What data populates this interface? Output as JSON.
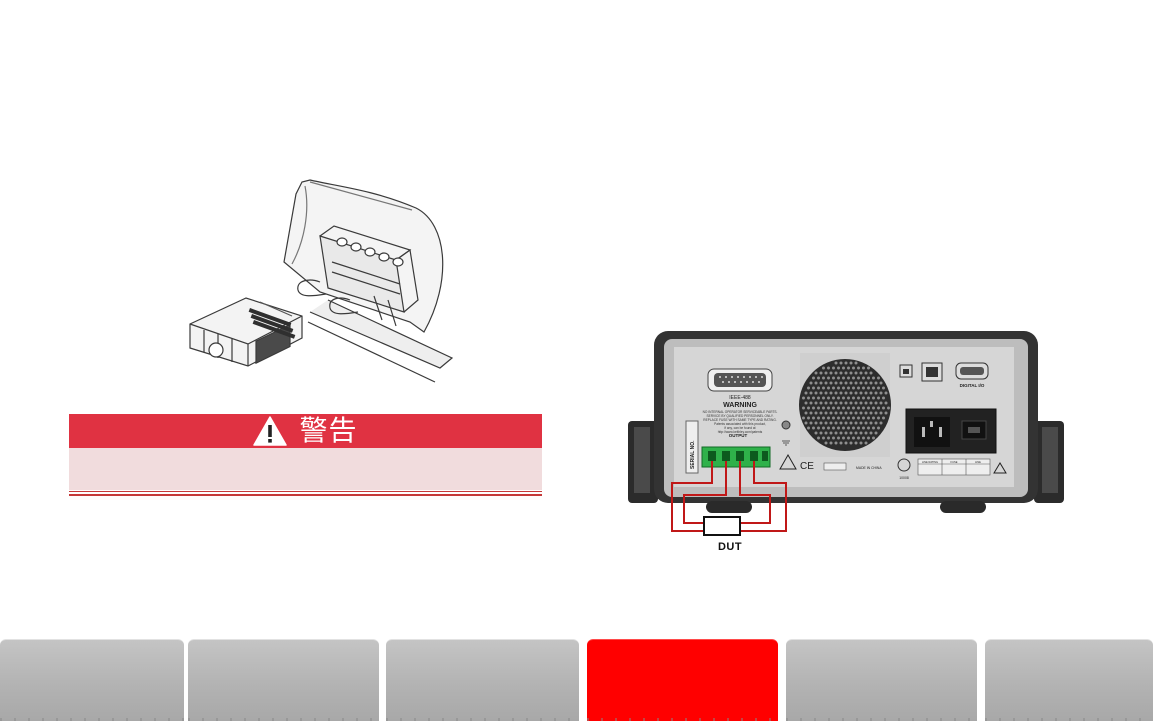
{
  "warning": {
    "title": "警告",
    "body": "",
    "colors": {
      "header": "#e03242",
      "body": "#f1dcdd",
      "rule": "#c53a3a"
    }
  },
  "rear_panel": {
    "ieee_label": "IEEE-488",
    "warning_label": "WARNING",
    "warning_text": [
      "NO INTERNAL OPERATOR SERVICEABLE PARTS.",
      "SERVICE BY QUALIFIED PERSONNEL ONLY.",
      "REPLACE FUSE WITH SAME TYPE AND RATING.",
      "Patents associated with this product,",
      "if any, can be found at",
      "http://www.keithley.com/patents"
    ],
    "serial_label": "SERIAL NO.",
    "output_label": "OUTPUT",
    "digital_io_label": "DIGITAL I/O",
    "made_in_label": "MADE IN CHINA",
    "ce_label": "CE",
    "line_rating_label": "LINE RATING",
    "fuse_label": "FUSE",
    "line_label": "LINE",
    "cert_label": "10008"
  },
  "dut_label": "DUT",
  "nav": {
    "tabs": [
      {
        "label": "",
        "active": false
      },
      {
        "label": "",
        "active": false
      },
      {
        "label": "",
        "active": false
      },
      {
        "label": "",
        "active": true
      },
      {
        "label": "",
        "active": false
      },
      {
        "label": "",
        "active": false
      }
    ],
    "colors": {
      "inactive": "#b5b5b5",
      "active": "#ff0000"
    }
  },
  "icons": {
    "warning": "warning-triangle-icon"
  }
}
